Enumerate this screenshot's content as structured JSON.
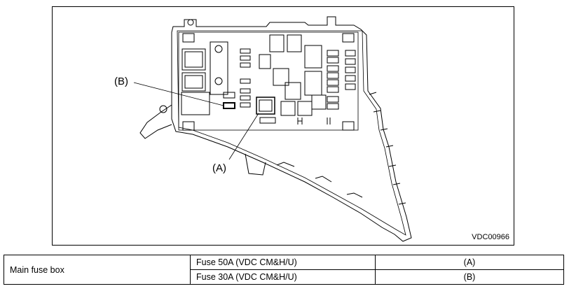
{
  "figure": {
    "callout_a": "(A)",
    "callout_b": "(B)",
    "code": "VDC00966"
  },
  "legend": {
    "component": "Main fuse box",
    "rows": [
      {
        "description": "Fuse 50A (VDC CM&H/U)",
        "key": "(A)"
      },
      {
        "description": "Fuse 30A (VDC CM&H/U)",
        "key": "(B)"
      }
    ]
  }
}
